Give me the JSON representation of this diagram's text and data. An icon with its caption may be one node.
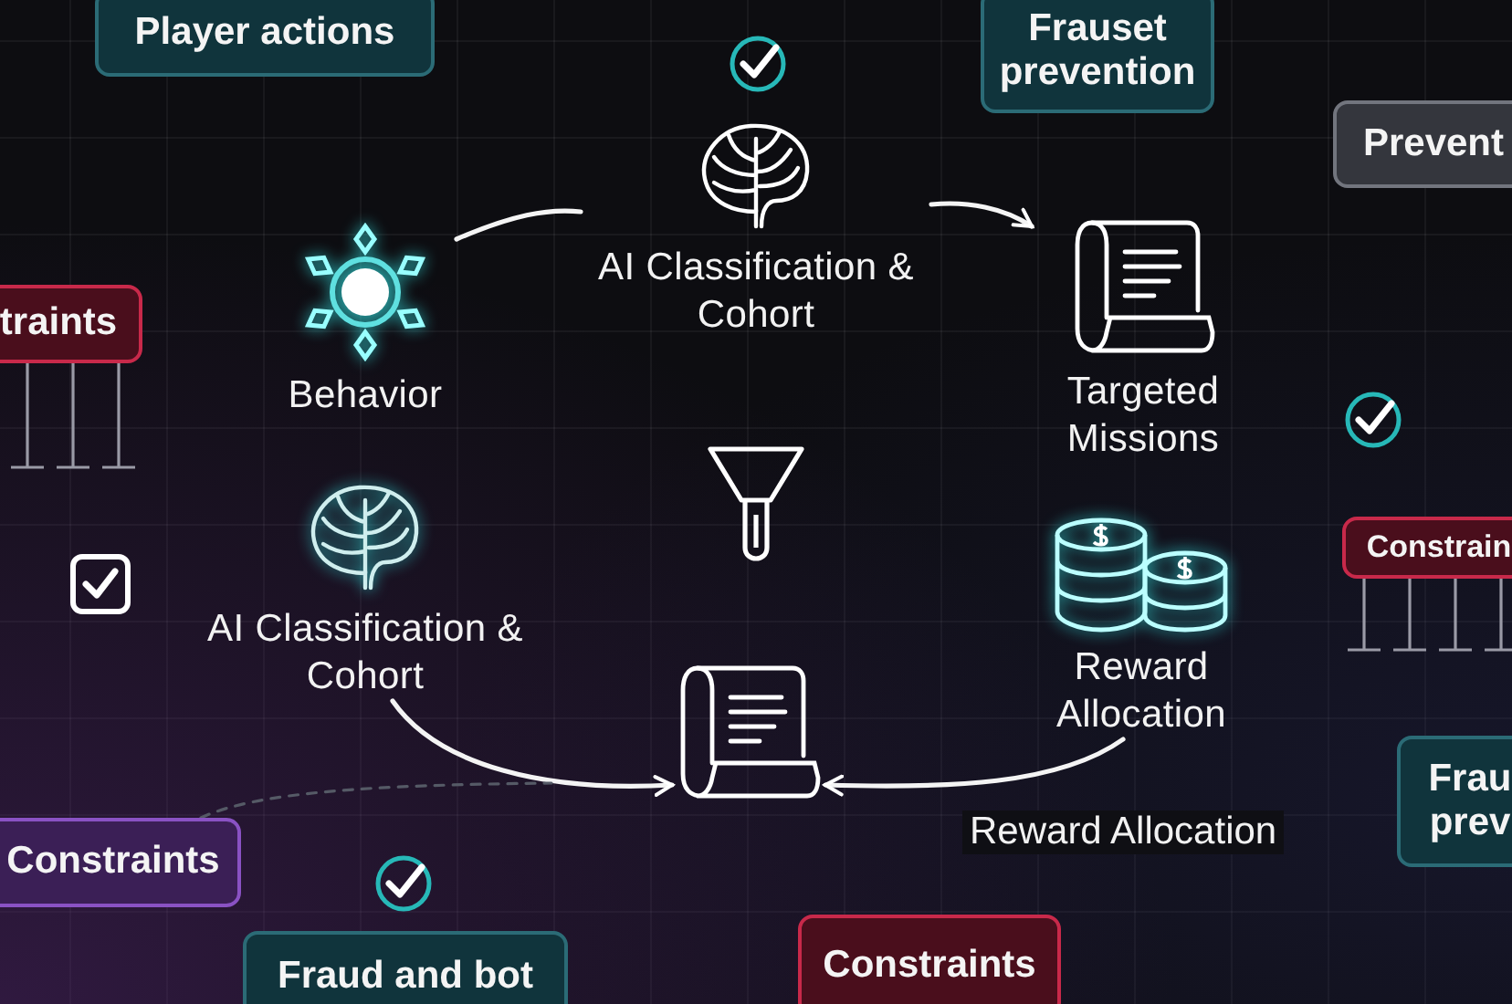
{
  "diagram": {
    "nodes": [
      {
        "text": [
          "Player actions"
        ]
      },
      {
        "text": [
          "Frauset prevention"
        ]
      },
      {
        "text": [
          "Prevent"
        ]
      },
      {
        "text": [
          "traints"
        ]
      },
      {
        "text": [
          "Behavior"
        ]
      },
      {
        "text": [
          "AI Classification & Cohort"
        ]
      },
      {
        "text": [
          "Targeted Missions"
        ]
      },
      {
        "text": [
          "AI Classification & Cohort"
        ]
      },
      {
        "text": [],
        "shape": "picture"
      },
      {
        "text": [
          "Reward Allocation"
        ]
      },
      {
        "text": [
          "Constrain"
        ]
      },
      {
        "text": [
          "Frau prev"
        ]
      },
      {
        "text": [
          "Constraints"
        ]
      },
      {
        "text": [
          "Fraud and bot"
        ]
      },
      {
        "text": [
          "Constraints"
        ]
      }
    ],
    "edges": [
      {
        "from": 4,
        "to": 5,
        "arrow": "none"
      },
      {
        "from": 5,
        "to": 6,
        "arrow": "to"
      },
      {
        "from": 7,
        "to": 8,
        "arrow": "to"
      },
      {
        "from": 9,
        "to": 8,
        "arrow": "to",
        "label": "Reward Allocation"
      },
      {
        "from": 12,
        "to": null,
        "arrow": "none",
        "style": "dashed",
        "color": "#555a66"
      }
    ]
  }
}
